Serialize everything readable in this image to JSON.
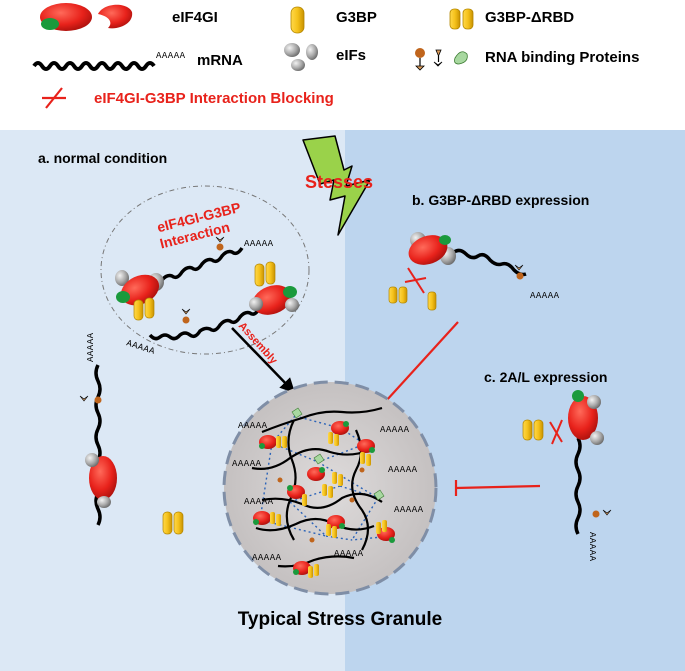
{
  "legend": {
    "eif4gi": "eIF4GI",
    "g3bp": "G3BP",
    "g3bp_drbd": "G3BP-ΔRBD",
    "mrna": "mRNA",
    "mrna_tail": "AAAAA",
    "eifs": "eIFs",
    "rbp": "RNA binding Proteins",
    "blocking": "eIF4GI-G3BP Interaction Blocking"
  },
  "panels": {
    "a_label": "a. normal condition",
    "b_label": "b. G3BP-ΔRBD expression",
    "c_label": "c. 2A/L expression",
    "stresses": "Stesses",
    "interaction_line1": "eIF4GI-G3BP",
    "interaction_line2": "Interaction",
    "assembly": "Assembly",
    "tail": "AAAAA"
  },
  "granule": {
    "title": "Typical Stress Granule"
  },
  "colors": {
    "left_panel": "#dce8f5",
    "right_panel": "#bdd5ee",
    "eif4gi_red": "#e8221b",
    "eif4gi_green": "#1a9a3c",
    "g3bp_yellow": "#f5c21b",
    "eifs_gray": "#9a9a9a",
    "granule_fill": "#d0cdcd",
    "granule_border": "#7f8ea6",
    "block_red": "#e8221b",
    "lightning": "#9ad24a"
  }
}
